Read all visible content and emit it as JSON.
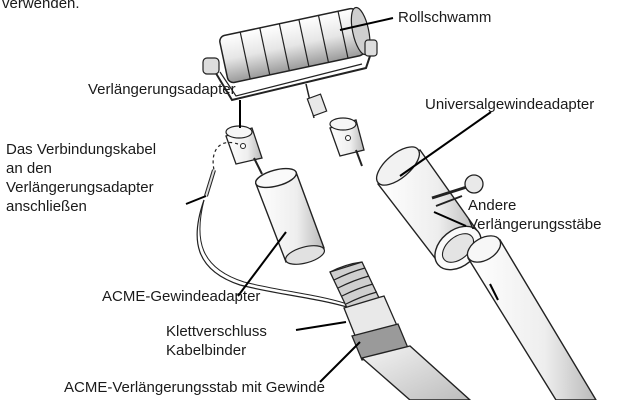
{
  "intro_fragment": "verwenden.",
  "labels": {
    "rollschwamm": "Rollschwamm",
    "verlaengerungsadapter": "Verlängerungsadapter",
    "universalgewindeadapter": "Universalgewindeadapter",
    "verbindungskabel": [
      "Das Verbindungskabel",
      "an den",
      "Verlängerungsadapter",
      "anschließen"
    ],
    "andere_staebe": [
      "Andere",
      "Verlängerungsstäbe"
    ],
    "acme_gewindeadapter": "ACME-Gewindeadapter",
    "klettverschluss": [
      "Klettverschluss",
      "Kabelbinder"
    ],
    "acme_stab": "ACME-Verlängerungsstab mit Gewinde"
  }
}
